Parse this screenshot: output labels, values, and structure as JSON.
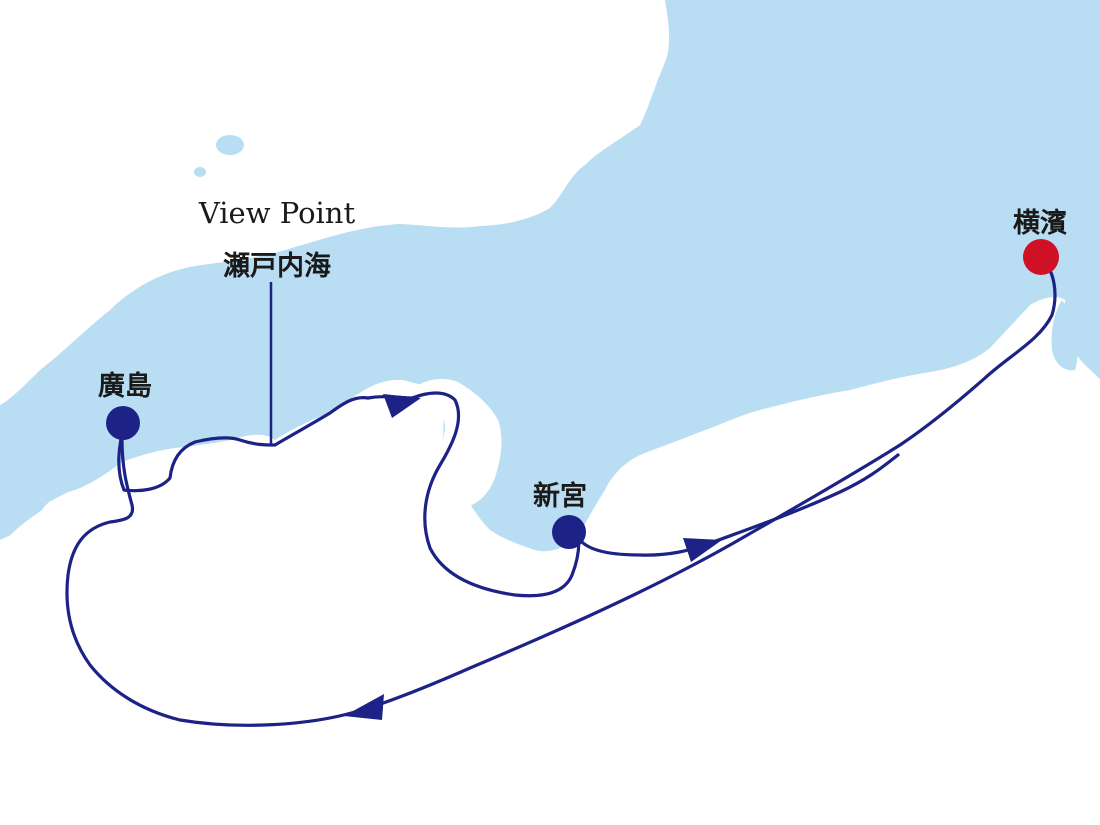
{
  "colors": {
    "sea": "#b9ddf2",
    "land": "#ffffff",
    "route": "#1c2286",
    "port": "#1c2286",
    "home_port": "#cf1126",
    "text": "#1a1a1a"
  },
  "viewpoint": {
    "title": "View Point",
    "name": "瀬戸内海"
  },
  "ports": [
    {
      "name": "廣島",
      "type": "port"
    },
    {
      "name": "新宮",
      "type": "port"
    },
    {
      "name": "横濱",
      "type": "home-port"
    }
  ]
}
